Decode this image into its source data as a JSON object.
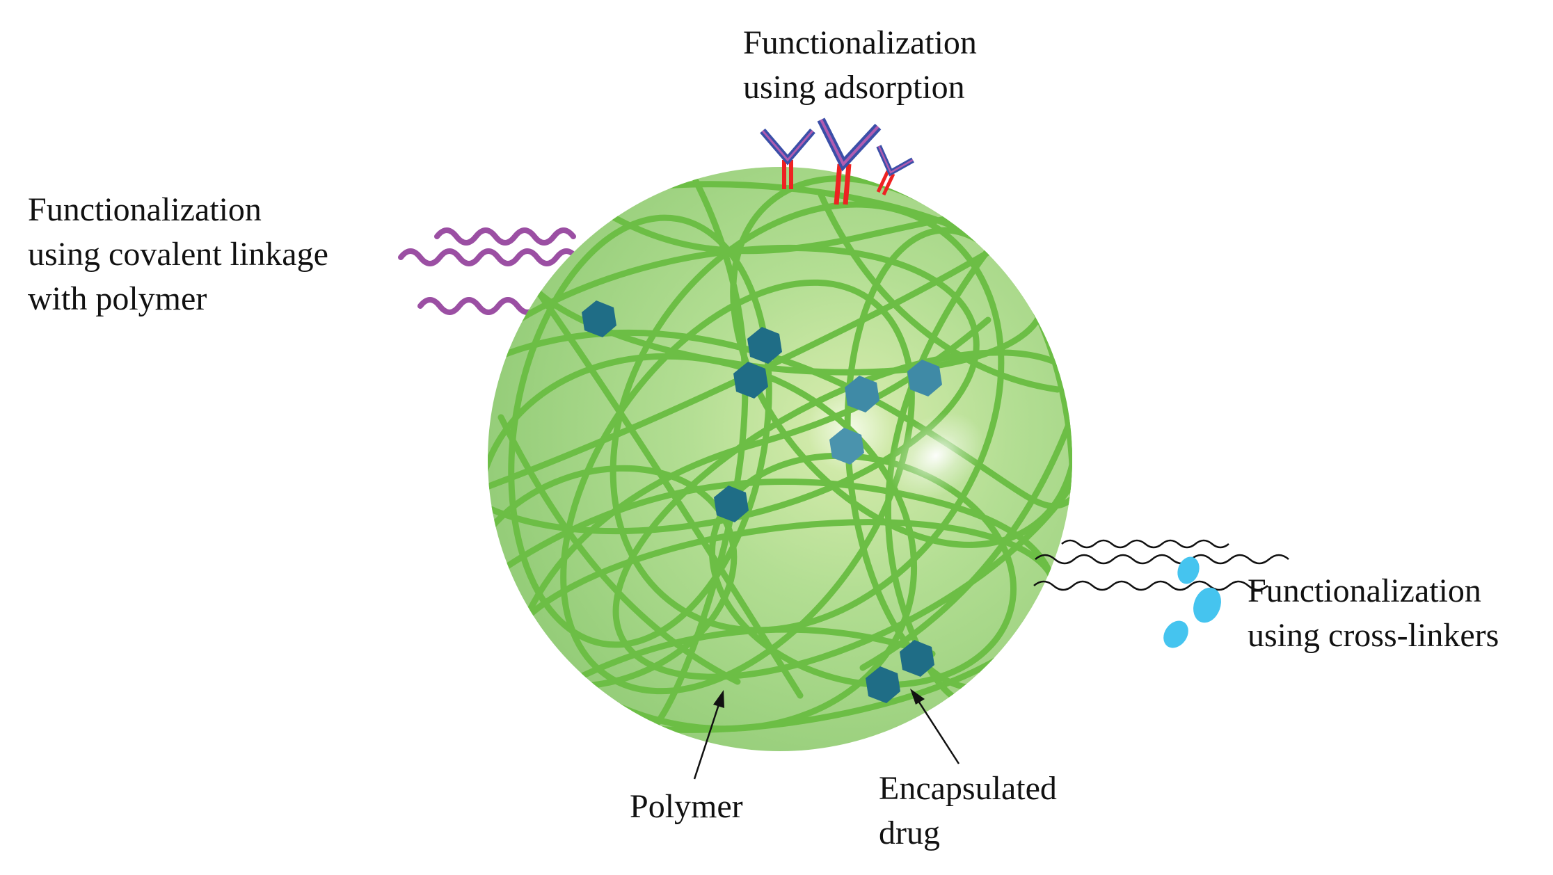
{
  "labels": {
    "adsorption": [
      "Functionalization",
      "using adsorption"
    ],
    "covalent": [
      "Functionalization",
      "using covalent linkage",
      "with polymer"
    ],
    "crosslinkers": [
      "Functionalization",
      "using cross-linkers"
    ],
    "polymer": [
      "Polymer"
    ],
    "drug": [
      "Encapsulated",
      "drug"
    ]
  },
  "colors": {
    "polymer_fiber": "#6cbe45",
    "sphere_fill": "#a6d98a",
    "drug": "#1f6d86",
    "antibody_outer": "#3a4fa8",
    "antibody_inner": "#b05cb0",
    "antibody_stem": "#ee2222",
    "covalent_polymer": "#9b4fa3",
    "crosslinker_bead": "#45c4ef",
    "crosslinker_line": "#111111",
    "arrow": "#111111"
  },
  "icons": {
    "drug": "hexagon-icon",
    "antibody": "antibody-y-icon",
    "crosslinker": "ellipse-bead-icon"
  }
}
